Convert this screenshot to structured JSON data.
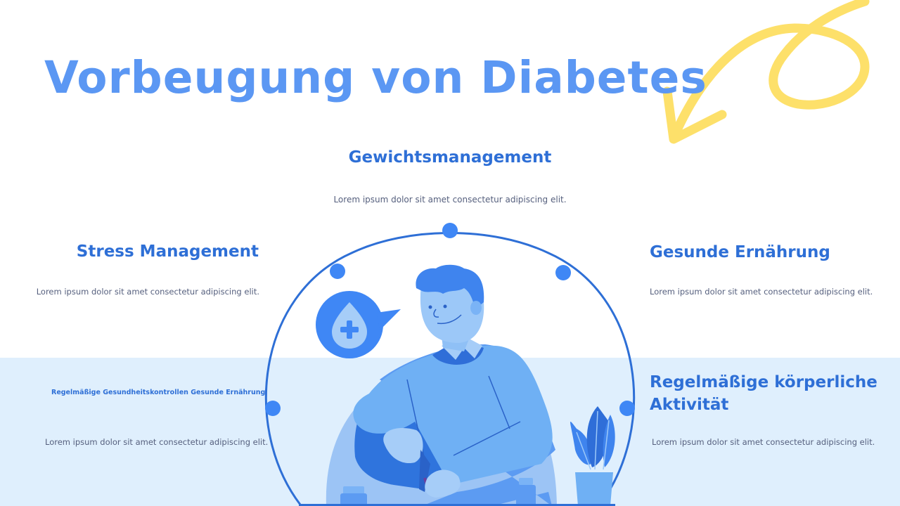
{
  "slide": {
    "title": "Vorbeugung von Diabetes",
    "colors": {
      "title": "#5b97f3",
      "heading": "#2e6fd6",
      "body_text": "#56607e",
      "background": "#ffffff",
      "lower_band": "#dfeffd",
      "ring": "#2e6fd6",
      "ring_nodes": "#3f87f5",
      "arrow": "#fde06a"
    },
    "items": [
      {
        "position": "top",
        "heading": "Gewichtsmanagement",
        "text": "Lorem ipsum dolor sit amet consectetur adipiscing elit."
      },
      {
        "position": "middle-left",
        "heading": "Stress Management",
        "text": "Lorem ipsum dolor sit amet consectetur adipiscing elit."
      },
      {
        "position": "middle-right",
        "heading": "Gesunde Ernährung",
        "text": "Lorem ipsum dolor sit amet consectetur adipiscing elit."
      },
      {
        "position": "bottom-left",
        "heading": "Regelmäßige Gesundheitskontrollen Gesunde Ernährung",
        "text": "Lorem ipsum dolor sit amet consectetur adipiscing elit."
      },
      {
        "position": "bottom-right",
        "heading": "Regelmäßige körperliche Aktivität",
        "text": "Lorem ipsum dolor sit amet consectetur adipiscing elit."
      }
    ],
    "illustration": {
      "subject": "man-with-medicine-dropper",
      "speech_bubble_icon": "blood-drop-plus-icon",
      "decorations": [
        "plant-pot",
        "medicine-bottles",
        "curly-yellow-arrow"
      ]
    }
  }
}
